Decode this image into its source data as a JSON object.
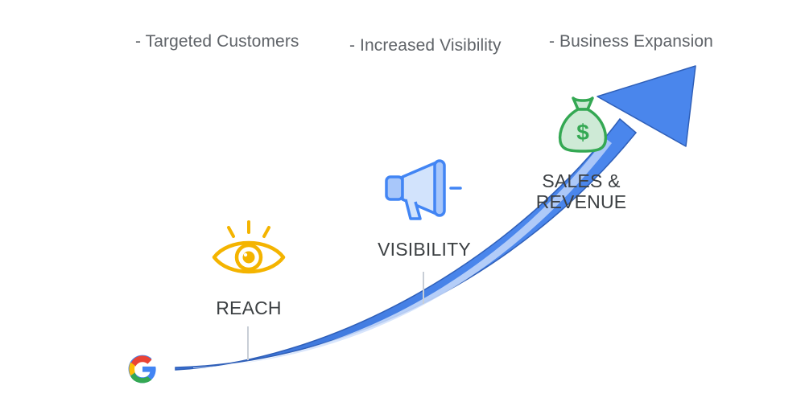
{
  "benefits": [
    "- Targeted Customers",
    "- Increased Visibility",
    "- Business Expansion"
  ],
  "stages": [
    {
      "label": "REACH",
      "icon": "eye-icon"
    },
    {
      "label": "VISIBILITY",
      "icon": "megaphone-icon"
    },
    {
      "label_line1": "SALES &",
      "label_line2": "REVENUE",
      "icon": "money-bag-icon"
    }
  ],
  "logo": {
    "icon": "google-logo-icon"
  },
  "colors": {
    "arrow": "#4285f4",
    "arrow_light": "#a9c6f8",
    "reach": "#f4b400",
    "visibility": "#4285f4",
    "sales": "#34a853",
    "text": "#3c4043",
    "benefit_text": "#5f6368"
  }
}
